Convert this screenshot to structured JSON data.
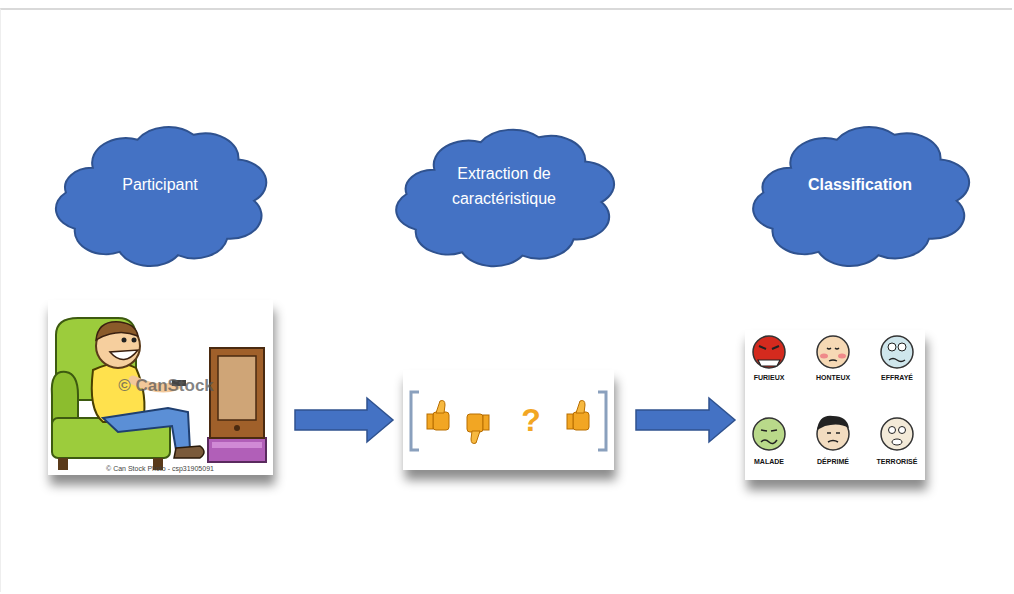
{
  "diagram": {
    "nodes": [
      {
        "text": [
          "Participant"
        ]
      },
      {
        "text": [
          "Extraction de caractéristique"
        ]
      },
      {
        "text": [
          "Classification"
        ]
      },
      {
        "text": [
          "© CanStock",
          "© Can Stock Photo - csp31905091"
        ]
      },
      {
        "text": [
          "?"
        ]
      },
      {
        "text": [
          "FURIEUX",
          "HONTEUX",
          "EFFRAYÉ",
          "MALADE",
          "DÉPRIMÉ",
          "TERRORISÉ"
        ]
      }
    ],
    "edges": [
      {
        "from": 3,
        "to": 4,
        "arrow": "to"
      },
      {
        "from": 4,
        "to": 5,
        "arrow": "to"
      }
    ]
  }
}
